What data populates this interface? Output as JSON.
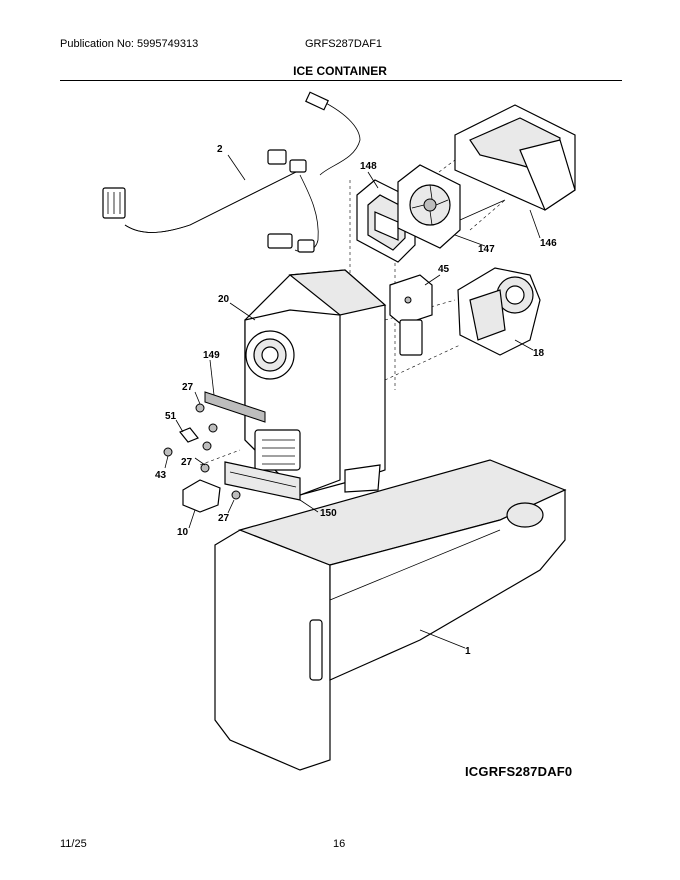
{
  "header": {
    "publication": "Publication No: 5995749313",
    "model": "GRFS287DAF1",
    "title": "ICE CONTAINER"
  },
  "callouts": {
    "c1": "1",
    "c2": "2",
    "c10": "10",
    "c18": "18",
    "c20": "20",
    "c27a": "27",
    "c27b": "27",
    "c27c": "27",
    "c43": "43",
    "c45": "45",
    "c51": "51",
    "c146": "146",
    "c147": "147",
    "c148": "148",
    "c149": "149",
    "c150": "150"
  },
  "diagram_code": "ICGRFS287DAF0",
  "footer": {
    "date": "11/25",
    "page": "16"
  }
}
